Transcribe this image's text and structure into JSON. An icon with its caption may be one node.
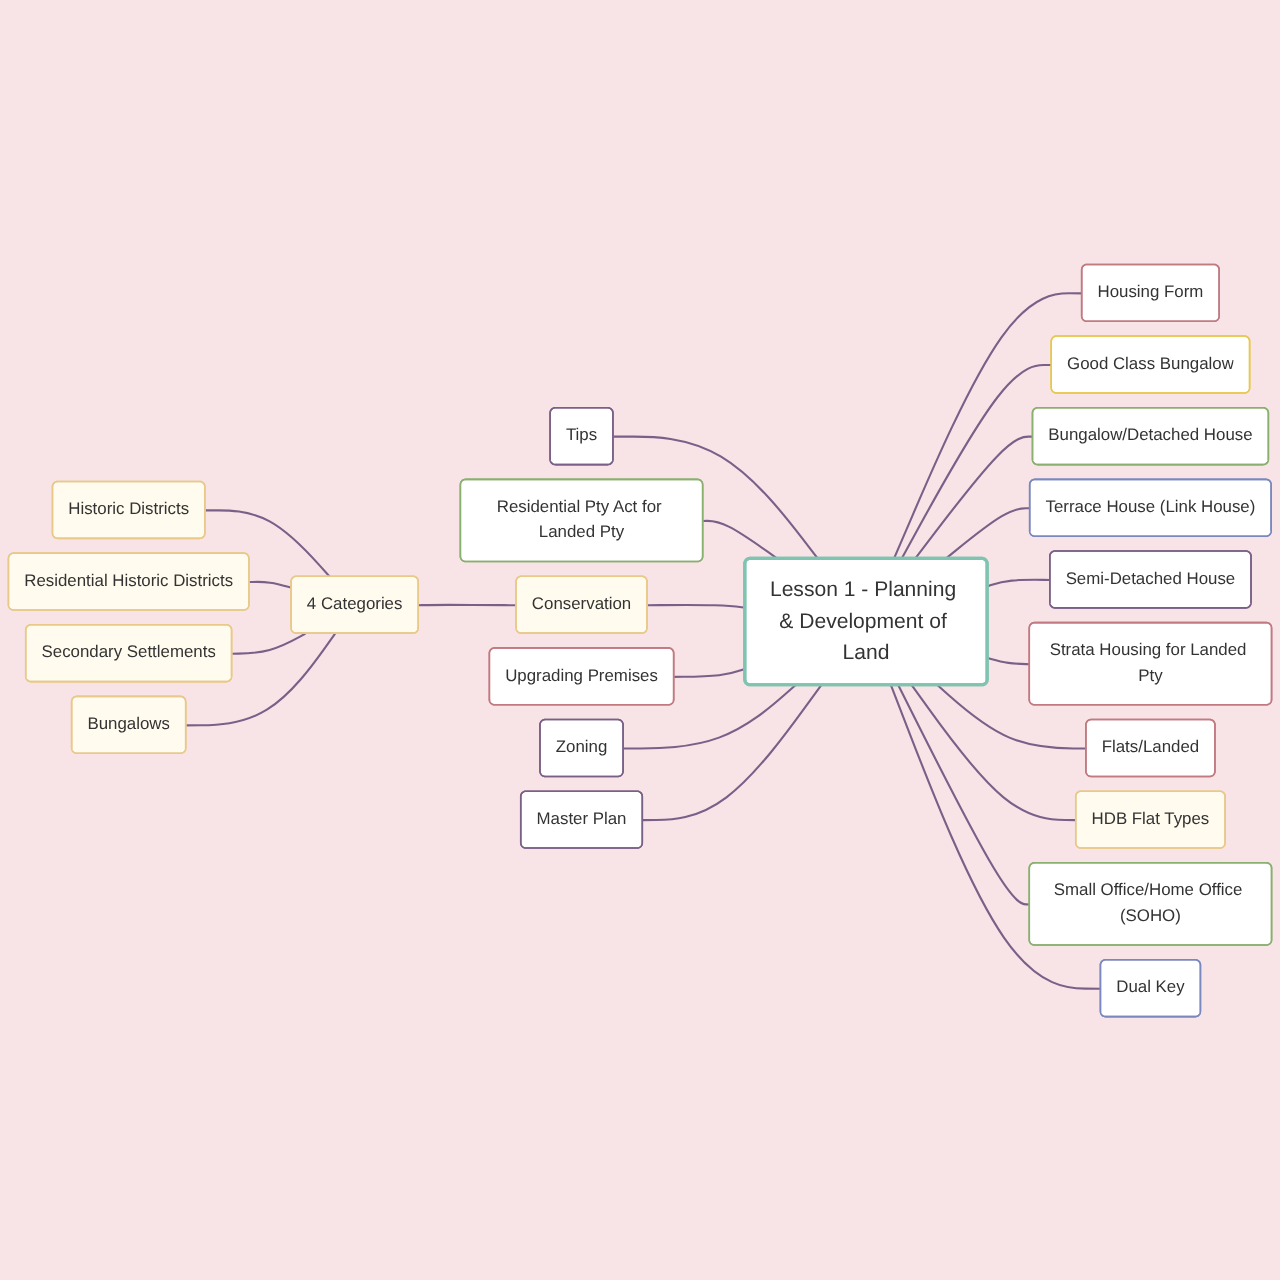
{
  "diagram": {
    "nodes": [
      {
        "text": [
          "Lesson 1 - Planning & Development of Land"
        ]
      },
      {
        "text": [
          "Tips"
        ]
      },
      {
        "text": [
          "Residential Pty Act for Landed Pty"
        ]
      },
      {
        "text": [
          "Conservation"
        ]
      },
      {
        "text": [
          "4 Categories"
        ]
      },
      {
        "text": [
          "Historic Districts"
        ]
      },
      {
        "text": [
          "Residential Historic Districts"
        ]
      },
      {
        "text": [
          "Secondary Settlements"
        ]
      },
      {
        "text": [
          "Bungalows"
        ]
      },
      {
        "text": [
          "Upgrading Premises"
        ]
      },
      {
        "text": [
          "Zoning"
        ]
      },
      {
        "text": [
          "Master Plan"
        ]
      },
      {
        "text": [
          "Housing Form"
        ]
      },
      {
        "text": [
          "Good Class Bungalow"
        ]
      },
      {
        "text": [
          "Bungalow/Detached House"
        ]
      },
      {
        "text": [
          "Terrace House (Link House)"
        ]
      },
      {
        "text": [
          "Semi-Detached House"
        ]
      },
      {
        "text": [
          "Strata Housing for Landed Pty"
        ]
      },
      {
        "text": [
          "Flats/Landed"
        ]
      },
      {
        "text": [
          "HDB Flat Types"
        ]
      },
      {
        "text": [
          "Small Office/Home Office (SOHO)"
        ]
      },
      {
        "text": [
          "Dual Key"
        ]
      }
    ],
    "edges": [
      {
        "from": 1,
        "to": 0,
        "arrow": "none"
      },
      {
        "from": 2,
        "to": 0,
        "arrow": "none"
      },
      {
        "from": 3,
        "to": 0,
        "arrow": "none"
      },
      {
        "from": 4,
        "to": 3,
        "arrow": "none"
      },
      {
        "from": 5,
        "to": 4,
        "arrow": "none"
      },
      {
        "from": 6,
        "to": 4,
        "arrow": "none"
      },
      {
        "from": 7,
        "to": 4,
        "arrow": "none"
      },
      {
        "from": 8,
        "to": 4,
        "arrow": "none"
      },
      {
        "from": 9,
        "to": 0,
        "arrow": "none"
      },
      {
        "from": 10,
        "to": 0,
        "arrow": "none"
      },
      {
        "from": 11,
        "to": 0,
        "arrow": "none"
      },
      {
        "from": 0,
        "to": 12,
        "arrow": "none"
      },
      {
        "from": 0,
        "to": 13,
        "arrow": "none"
      },
      {
        "from": 0,
        "to": 14,
        "arrow": "none"
      },
      {
        "from": 0,
        "to": 15,
        "arrow": "none"
      },
      {
        "from": 0,
        "to": 16,
        "arrow": "none"
      },
      {
        "from": 0,
        "to": 17,
        "arrow": "none"
      },
      {
        "from": 0,
        "to": 18,
        "arrow": "none"
      },
      {
        "from": 0,
        "to": 19,
        "arrow": "none"
      },
      {
        "from": 0,
        "to": 20,
        "arrow": "none"
      },
      {
        "from": 0,
        "to": 21,
        "arrow": "none"
      }
    ]
  }
}
